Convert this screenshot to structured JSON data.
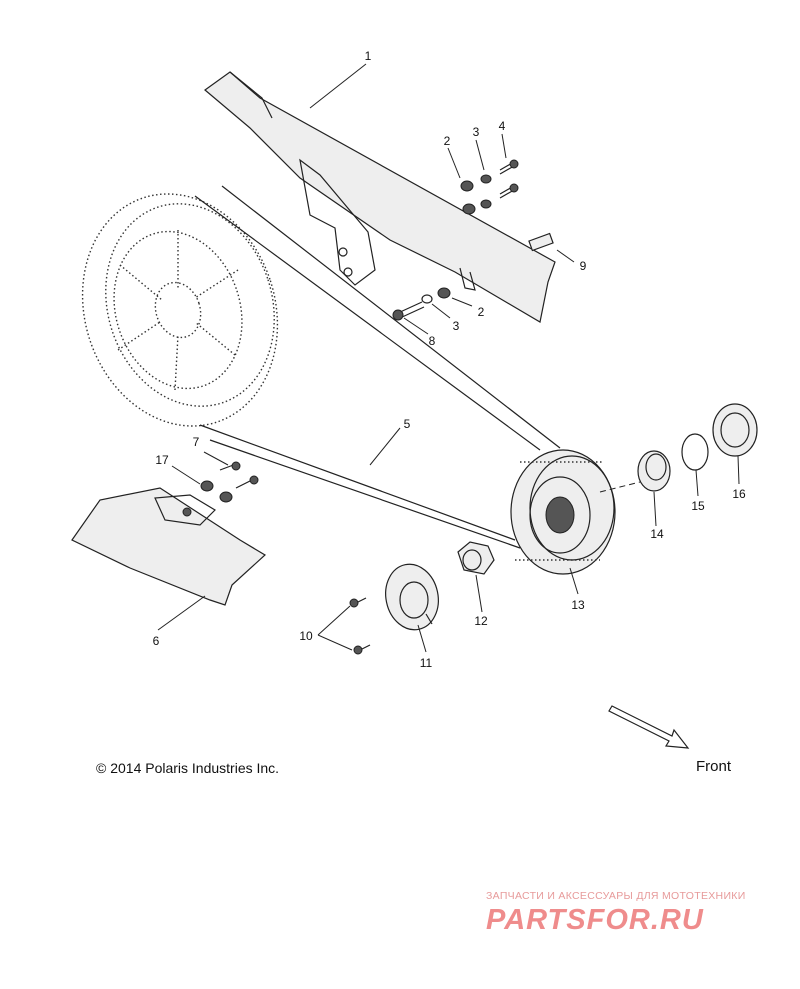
{
  "callouts": {
    "c1": "1",
    "c2a": "2",
    "c3a": "3",
    "c4": "4",
    "c2b": "2",
    "c3b": "3",
    "c8": "8",
    "c9": "9",
    "c5": "5",
    "c7": "7",
    "c17": "17",
    "c6": "6",
    "c10": "10",
    "c11": "11",
    "c12": "12",
    "c13": "13",
    "c14": "14",
    "c15": "15",
    "c16": "16"
  },
  "copyright": "© 2014 Polaris Industries Inc.",
  "front_label": "Front",
  "watermark": {
    "tagline": "ЗАПЧАСТИ И АКСЕССУАРЫ ДЛЯ МОТОТЕХНИКИ",
    "logo": "PARTSFOR.RU"
  }
}
